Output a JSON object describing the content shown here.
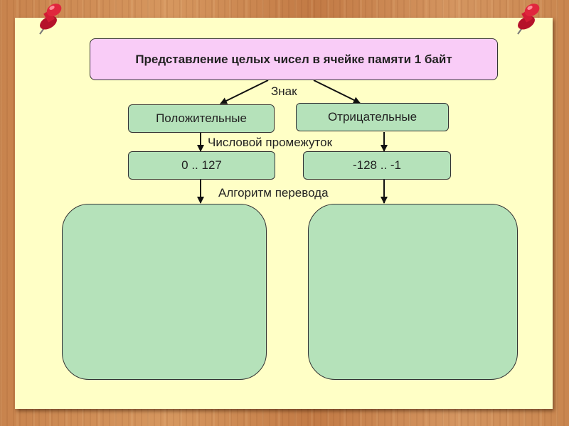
{
  "title": "Представление целых чисел в ячейке памяти 1 байт",
  "labels": {
    "sign": "Знак",
    "range": "Числовой промежуток",
    "algorithm": "Алгоритм перевода"
  },
  "positive": {
    "label": "Положительные",
    "range": "0 .. 127"
  },
  "negative": {
    "label": "Отрицательные",
    "range": "-128 .. -1"
  }
}
